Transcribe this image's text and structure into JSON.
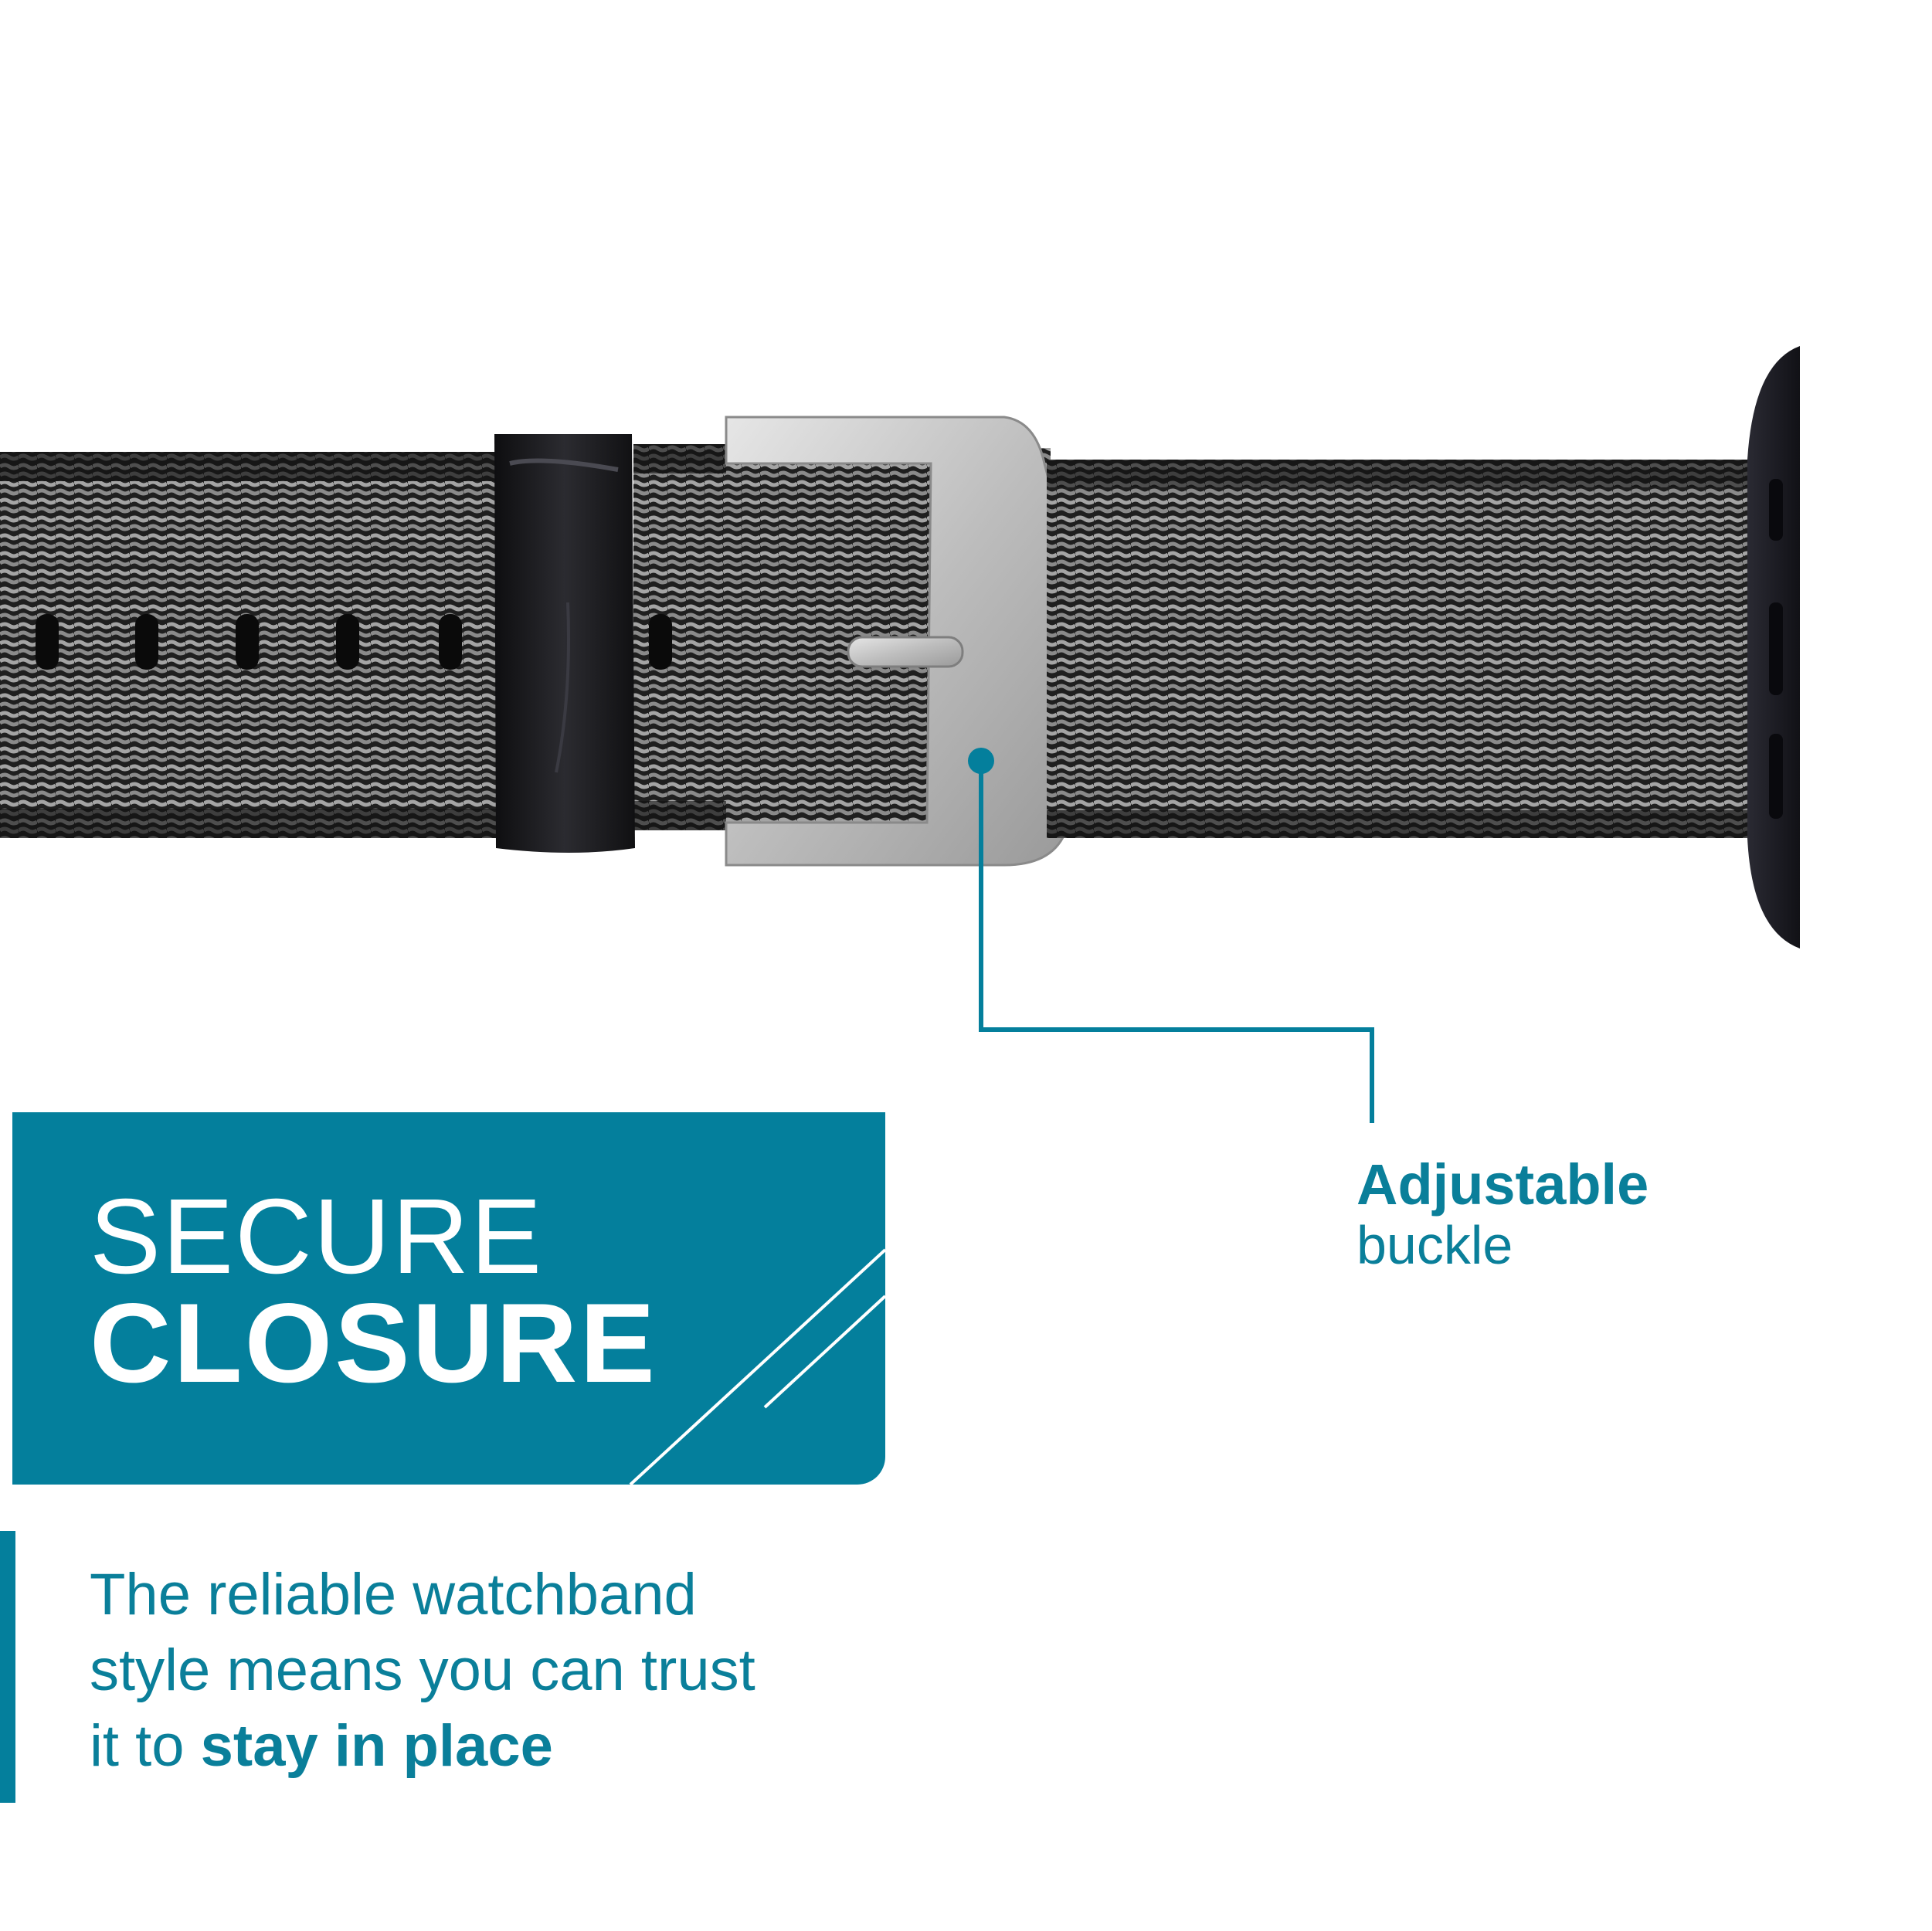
{
  "colors": {
    "accent": "#047f9c",
    "accent_text": "#0a7f9a",
    "background": "#ffffff",
    "strap_dark": "#232323",
    "strap_light": "#9b9b9b",
    "buckle": "#c4c4c4"
  },
  "banner": {
    "headline_thin": "SECURE",
    "headline_bold": "CLOSURE"
  },
  "description": {
    "line1": "The reliable watchband",
    "line2": "style means you can trust",
    "line3_prefix": "it to ",
    "line3_bold": "stay in place"
  },
  "callout": {
    "title": "Adjustable",
    "subtitle": "buckle"
  },
  "product": {
    "icons": [
      "strap",
      "keeper-loop",
      "buckle",
      "watch-connector"
    ]
  }
}
